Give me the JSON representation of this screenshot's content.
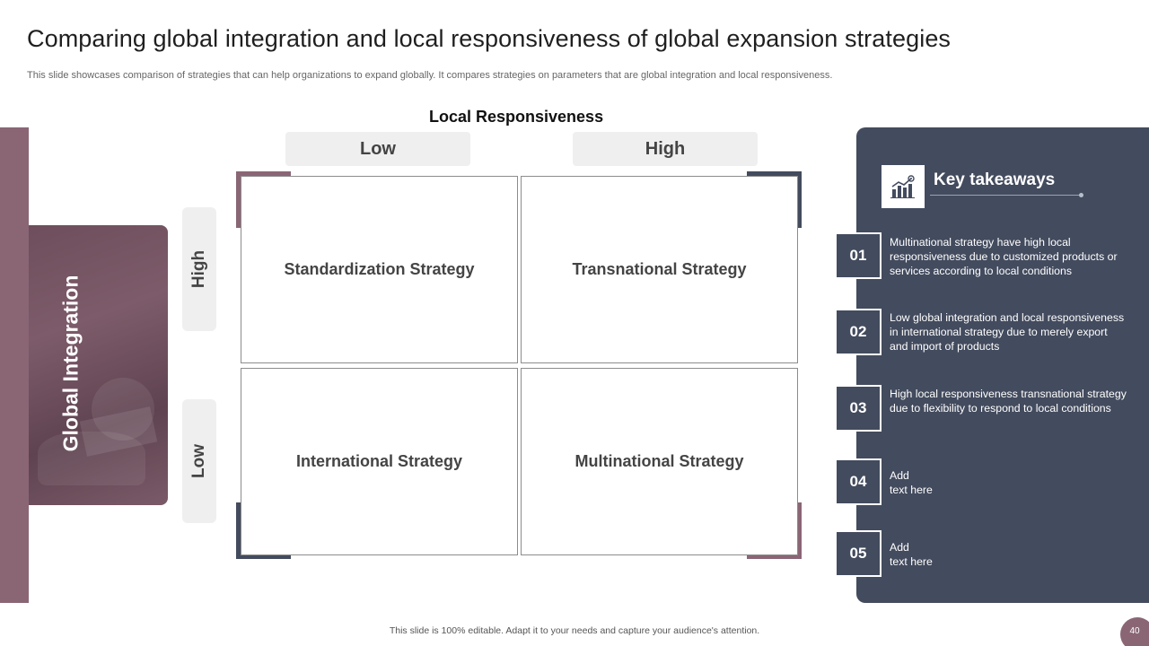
{
  "slide": {
    "title": "Comparing global integration and local responsiveness of global expansion strategies",
    "subtitle": "This slide showcases comparison of strategies that can help organizations to expand globally. It compares strategies on parameters that are global integration and local responsiveness."
  },
  "matrix": {
    "x_axis_title": "Local Responsiveness",
    "y_axis_title": "Global Integration",
    "columns": [
      "Low",
      "High"
    ],
    "rows": [
      "High",
      "Low"
    ],
    "cells": [
      [
        "Standardization Strategy",
        "Transnational Strategy"
      ],
      [
        "International Strategy",
        "Multinational Strategy"
      ]
    ]
  },
  "takeaways": {
    "title": "Key takeaways",
    "icon": "chart-growth-icon",
    "items": [
      {
        "number": "01",
        "text": "Multinational strategy have high local responsiveness  due to customized products or services  according to local conditions"
      },
      {
        "number": "02",
        "text": "Low global integration and local responsiveness  in international  strategy due to merely export and import of products"
      },
      {
        "number": "03",
        "text": "High local responsiveness  transnational strategy due to flexibility to respond to local conditions"
      },
      {
        "number": "04",
        "text": "Add\ntext here"
      },
      {
        "number": "05",
        "text": "Add\ntext here"
      }
    ]
  },
  "footer": {
    "note": "This slide is 100% editable.  Adapt it to your needs and capture your audience's attention.",
    "page_number": "40"
  },
  "colors": {
    "mauve": "#8a6675",
    "navy": "#434b5e",
    "pill_gray": "#efefef"
  }
}
